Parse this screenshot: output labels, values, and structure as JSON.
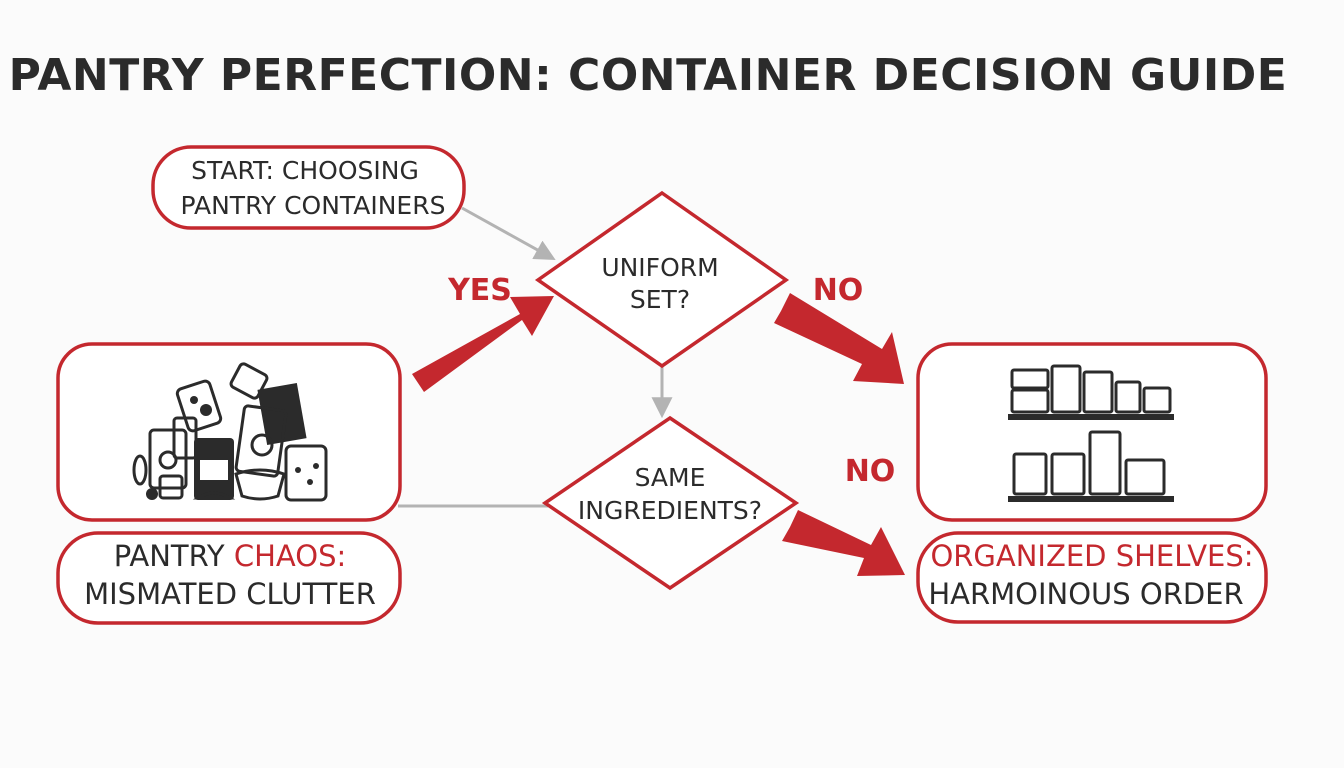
{
  "title": "PANTRY PERFECTION: CONTAINER DECISION GUIDE",
  "nodes": {
    "start": {
      "line1": "START: CHOOSING",
      "line2": "PANTRY CONTAINERS"
    },
    "uniform": {
      "line1": "UNIFORM",
      "line2": "SET?"
    },
    "same": {
      "line1": "SAME",
      "line2": "INGREDIENTS?"
    },
    "chaos": {
      "highlight_prefix": "PANTRY ",
      "highlight": "CHAOS:",
      "line2": "MISMATED CLUTTER"
    },
    "organized": {
      "line1": "ORGANIZED SHELVES:",
      "line2": "HARMOINOUS ORDER"
    }
  },
  "edges": {
    "yes": "YES",
    "no_top": "NO",
    "no_bottom": "NO"
  },
  "icons": {
    "chaos_image": "cluttered-containers-icon",
    "organized_image": "organized-shelves-icon"
  },
  "colors": {
    "accent": "#c4282e",
    "text": "#2b2b2b",
    "connector": "#b3b3b3"
  }
}
